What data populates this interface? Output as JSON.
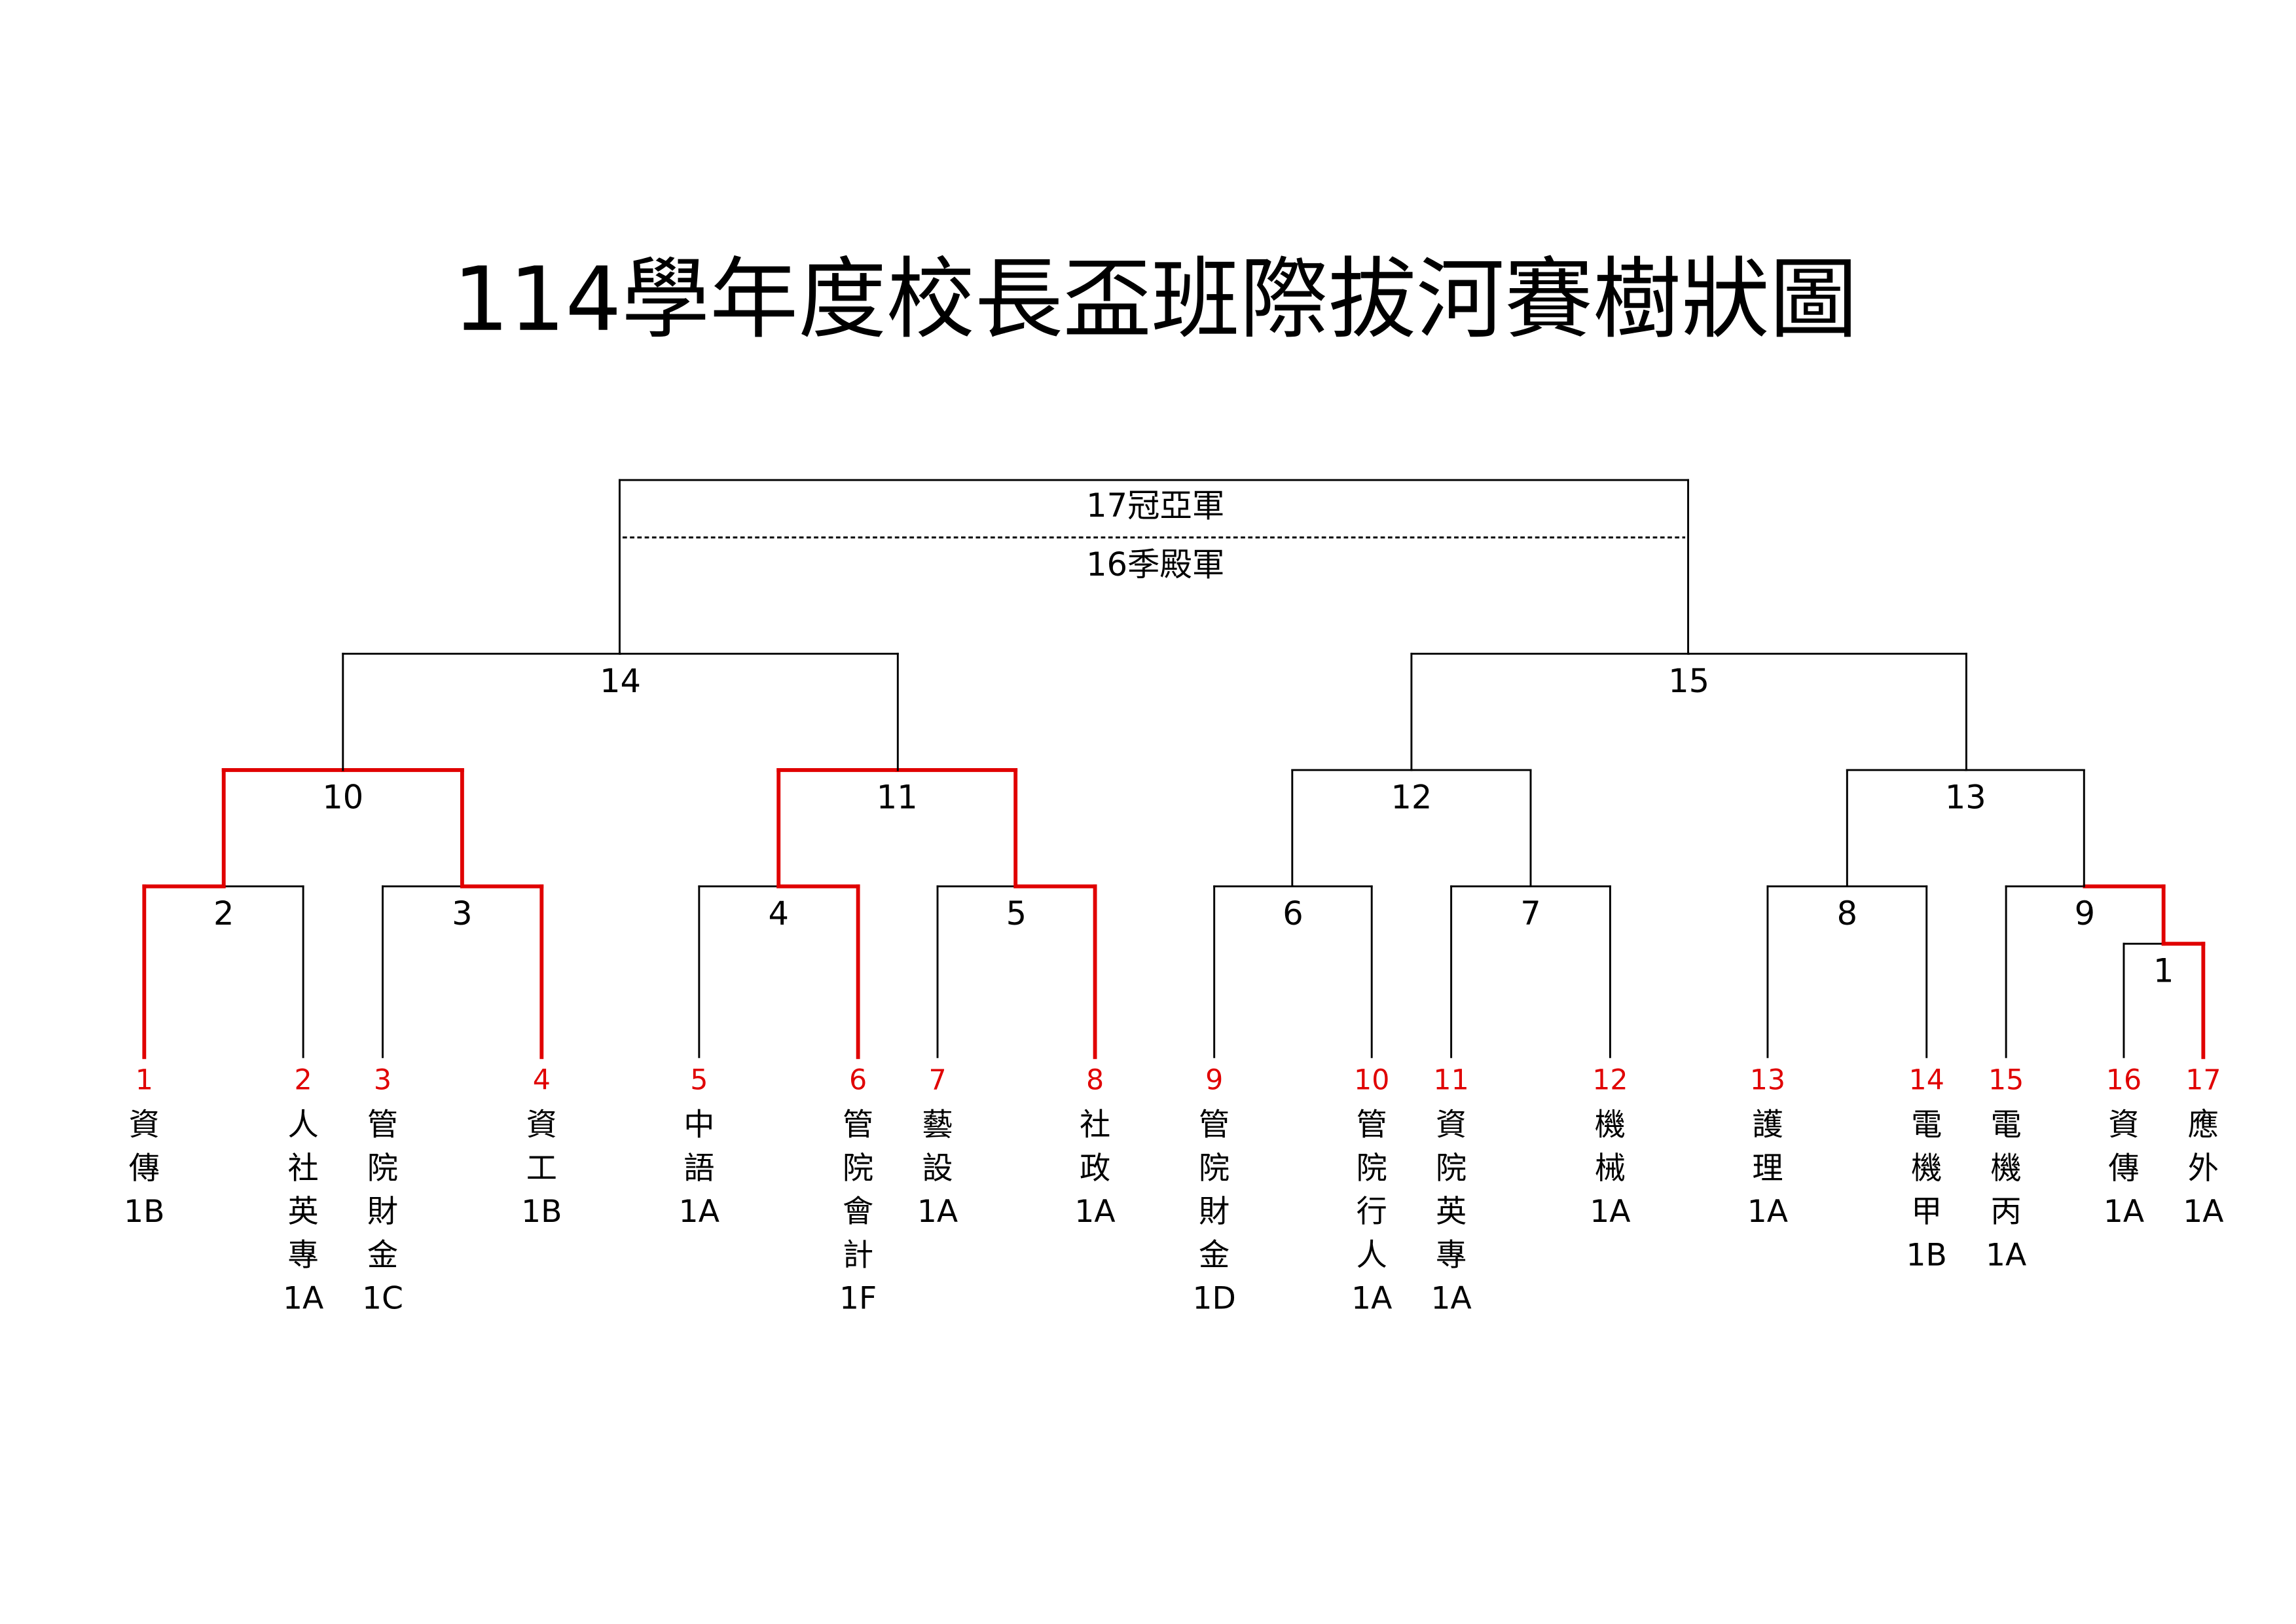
{
  "title": "114學年度校長盃班際拔河賽樹狀圖",
  "final": {
    "champion_label": "17冠亞軍",
    "third_label": "16季殿軍"
  },
  "matches": [
    "1",
    "2",
    "3",
    "4",
    "5",
    "6",
    "7",
    "8",
    "9",
    "10",
    "11",
    "12",
    "13",
    "14",
    "15"
  ],
  "teams": [
    {
      "num": "1",
      "chars": [
        "資",
        "傳",
        "1B"
      ]
    },
    {
      "num": "2",
      "chars": [
        "人",
        "社",
        "英",
        "專",
        "1A"
      ]
    },
    {
      "num": "3",
      "chars": [
        "管",
        "院",
        "財",
        "金",
        "1C"
      ]
    },
    {
      "num": "4",
      "chars": [
        "資",
        "工",
        "1B"
      ]
    },
    {
      "num": "5",
      "chars": [
        "中",
        "語",
        "1A"
      ]
    },
    {
      "num": "6",
      "chars": [
        "管",
        "院",
        "會",
        "計",
        "1F"
      ]
    },
    {
      "num": "7",
      "chars": [
        "藝",
        "設",
        "1A"
      ]
    },
    {
      "num": "8",
      "chars": [
        "社",
        "政",
        "1A"
      ]
    },
    {
      "num": "9",
      "chars": [
        "管",
        "院",
        "財",
        "金",
        "1D"
      ]
    },
    {
      "num": "10",
      "chars": [
        "管",
        "院",
        "行",
        "人",
        "1A"
      ]
    },
    {
      "num": "11",
      "chars": [
        "資",
        "院",
        "英",
        "專",
        "1A"
      ]
    },
    {
      "num": "12",
      "chars": [
        "機",
        "械",
        "1A"
      ]
    },
    {
      "num": "13",
      "chars": [
        "護",
        "理",
        "1A"
      ]
    },
    {
      "num": "14",
      "chars": [
        "電",
        "機",
        "甲",
        "1B"
      ]
    },
    {
      "num": "15",
      "chars": [
        "電",
        "機",
        "丙",
        "1A"
      ]
    },
    {
      "num": "16",
      "chars": [
        "資",
        "傳",
        "1A"
      ]
    },
    {
      "num": "17",
      "chars": [
        "應",
        "外",
        "1A"
      ]
    }
  ],
  "advanced_teams": [
    1,
    4,
    6,
    8,
    17
  ],
  "colors": {
    "line": "#000000",
    "advance": "#e00000",
    "team_number": "#e00000"
  }
}
